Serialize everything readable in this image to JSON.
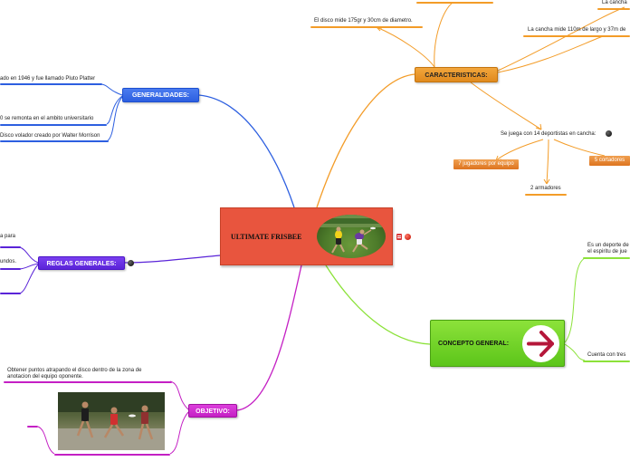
{
  "central": {
    "title": "ULTIMATE FRISBEE",
    "icons": [
      "notes-icon",
      "globe-icon"
    ]
  },
  "colors": {
    "central": "#e8553e",
    "generalidades": "#2d5fe0",
    "reglas": "#5a24d8",
    "caracteristicas": "#f39c28",
    "objetivo": "#c420c4",
    "concepto": "#5cc51a"
  },
  "generalidades": {
    "title": "GENERALIDADES:",
    "items": [
      "ado en 1946 y fue llamado Pluto Platter",
      "0 se remonta en el ambito universitario",
      "Disco volador creado por Walter Morrison"
    ]
  },
  "reglas": {
    "title": "REGLAS GENERALES:",
    "items": [
      "a para",
      "undos.",
      ""
    ]
  },
  "caracteristicas": {
    "title": "CARACTERISTICAS:",
    "disco": "El disco mide 175gr y 30cm de diametro.",
    "cancha_top": "La cancha",
    "cancha": "La cancha mide 110m de largo y 37m de",
    "deportistas": "Se juega con 14 deportistas en cancha:",
    "jugadores": "7 jugadores por equipo",
    "cortadores": "5 cortadores",
    "armadores": "2 armadores"
  },
  "objetivo": {
    "title": "OBJETIVO:",
    "text": "Obtener puntos atrapando el disco dentro de la zona de anotacion del equipo oponente."
  },
  "concepto": {
    "title": "CONCEPTO GENERAL:",
    "items": [
      "Es un deporte de",
      "el espiritu de jue",
      "Cuenta con tres"
    ]
  }
}
